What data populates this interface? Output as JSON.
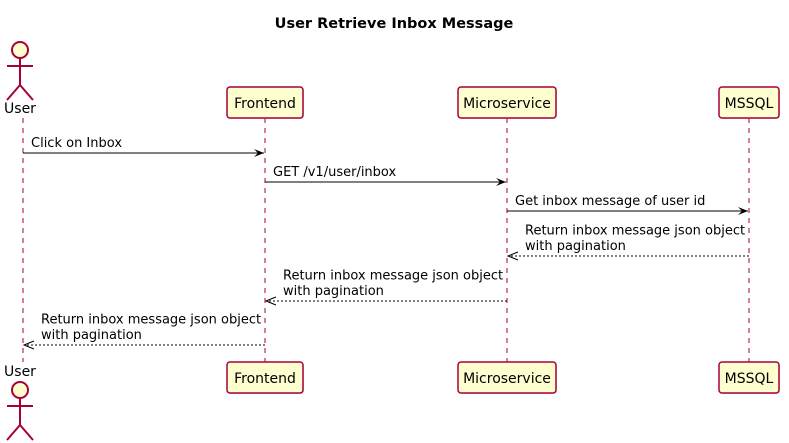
{
  "diagram": {
    "title": "User Retrieve Inbox Message",
    "participants": [
      {
        "id": "user",
        "label": "User",
        "kind": "actor"
      },
      {
        "id": "frontend",
        "label": "Frontend",
        "kind": "participant"
      },
      {
        "id": "microservice",
        "label": "Microservice",
        "kind": "participant"
      },
      {
        "id": "mssql",
        "label": "MSSQL",
        "kind": "participant"
      }
    ],
    "messages": [
      {
        "from": "user",
        "to": "frontend",
        "lines": [
          "Click on Inbox"
        ],
        "style": "solid"
      },
      {
        "from": "frontend",
        "to": "microservice",
        "lines": [
          "GET /v1/user/inbox"
        ],
        "style": "solid"
      },
      {
        "from": "microservice",
        "to": "mssql",
        "lines": [
          "Get inbox message of user id"
        ],
        "style": "solid"
      },
      {
        "from": "mssql",
        "to": "microservice",
        "lines": [
          "Return inbox message json object",
          "with pagination"
        ],
        "style": "dashed"
      },
      {
        "from": "microservice",
        "to": "frontend",
        "lines": [
          "Return inbox message json object",
          "with pagination"
        ],
        "style": "dashed"
      },
      {
        "from": "frontend",
        "to": "user",
        "lines": [
          "Return inbox message json object",
          "with pagination"
        ],
        "style": "dashed"
      }
    ],
    "colors": {
      "participant_fill": "#fefece",
      "participant_border": "#a80036",
      "lifeline": "#a80036"
    }
  }
}
